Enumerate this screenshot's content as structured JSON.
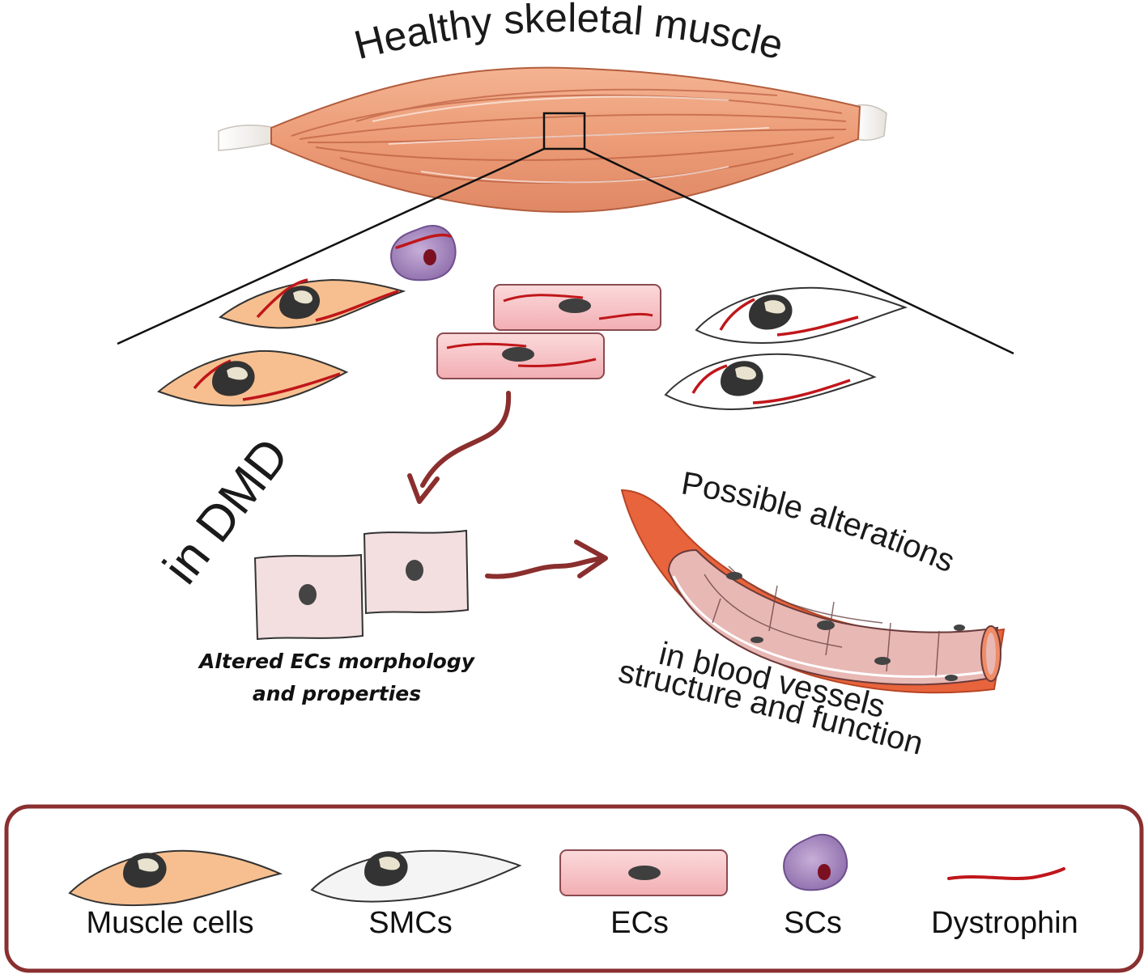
{
  "title": "Healthy skeletal muscle",
  "dmd_label": "in DMD",
  "ec_note": {
    "line1": "Altered  ECs morphology",
    "line2": "and properties"
  },
  "vessel_caption": {
    "line1": "Possible alterations",
    "line2": "in blood vessels",
    "line3": "structure and function"
  },
  "legend": {
    "items": [
      {
        "key": "muscle",
        "label": "Muscle cells"
      },
      {
        "key": "smc",
        "label": "SMCs"
      },
      {
        "key": "ec",
        "label": "ECs"
      },
      {
        "key": "sc",
        "label": "SCs"
      },
      {
        "key": "dystrophin",
        "label": "Dystrophin"
      }
    ]
  },
  "colors": {
    "muscle_fill": "#f0a77e",
    "muscle_stroke": "#b45a3a",
    "muscle_cell": "#f7bf8f",
    "smc": "#f4f4f4",
    "ec": "#f7c9cc",
    "ec_dmd": "#f3dfe0",
    "sc": "#a98cc0",
    "dystrophin": "#c0161a",
    "arrow": "#8b2e2e",
    "vessel_outer": "#e8643c",
    "legend_border": "#8a2f2f"
  }
}
